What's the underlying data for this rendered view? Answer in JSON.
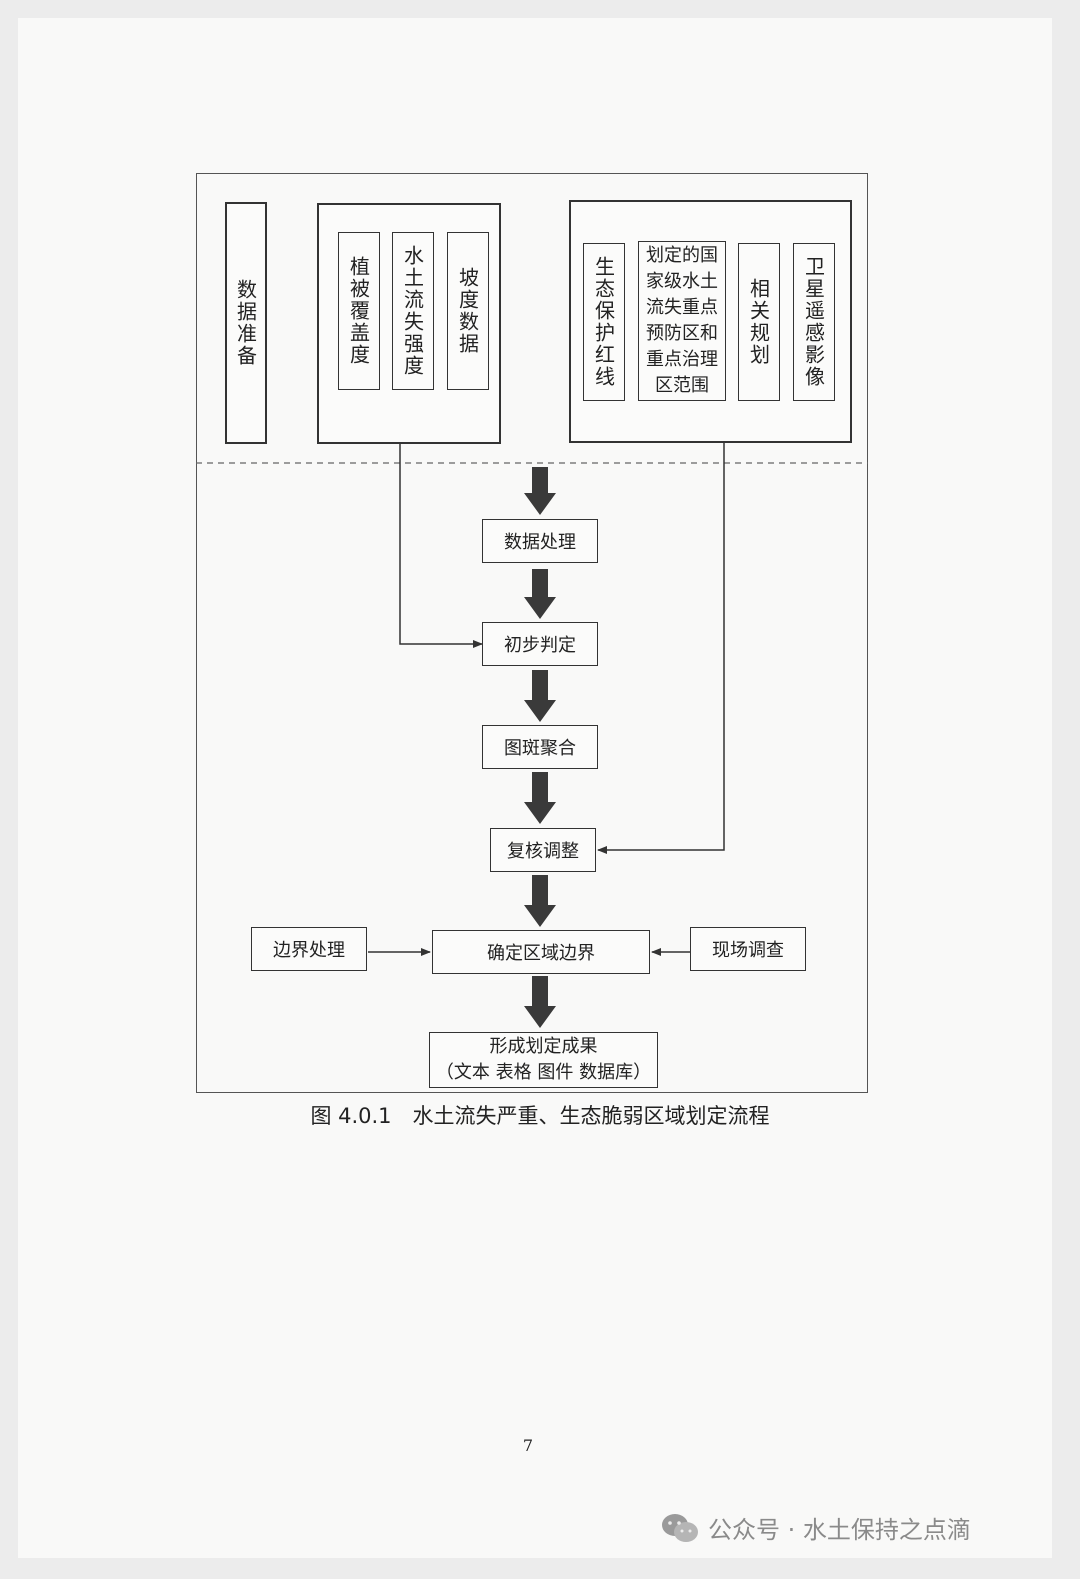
{
  "prep": {
    "label": "数据准备",
    "group1": [
      "植被覆盖度",
      "水土流失强度",
      "坡度数据"
    ],
    "group2": [
      "生态保护红线",
      "划定的国家级水土流失重点预防区和重点治理区范围",
      "相关规划",
      "卫星遥感影像"
    ],
    "group2_lines": [
      "划定的国",
      "家级水土",
      "流失重点",
      "预防区和",
      "重点治理",
      "区范围"
    ]
  },
  "steps": {
    "s1": "数据处理",
    "s2": "初步判定",
    "s3": "图斑聚合",
    "s4": "复核调整",
    "s5": "确定区域边界",
    "left": "边界处理",
    "right": "现场调查",
    "final_line1": "形成划定成果",
    "final_line2": "（文本 表格 图件 数据库）"
  },
  "caption": "图 4.0.1　水土流失严重、生态脆弱区域划定流程",
  "page_number": "7",
  "watermark": "公众号 · 水土保持之点滴",
  "colors": {
    "line": "#333333",
    "arrow": "#3a3a3a",
    "watermark": "#8a8a8a"
  }
}
